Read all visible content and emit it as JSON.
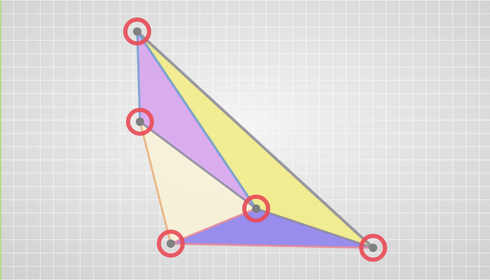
{
  "colors": {
    "background_light": "#f4f4f4",
    "background_dark": "#cfcfcf",
    "grid_line": "#ffffff",
    "left_edge": "#b9d98a",
    "yellow_fill": "#f2ec8a",
    "purple_fill": "#d7a6ee",
    "cream_fill": "#f7f1d8",
    "blue_fill": "#8f86ee",
    "edge_dark": "#8a8a9a",
    "edge_blue": "#6f9fd0",
    "edge_orange": "#e8b07a",
    "edge_pink": "#e58a9a",
    "marker_ring": "#e84a55",
    "marker_dot": "#808080"
  },
  "diagram": {
    "description_icon": "triangulation-diagram",
    "triangles": [
      {
        "name": "yellow-triangle",
        "color_key": "yellow_fill"
      },
      {
        "name": "purple-triangle",
        "color_key": "purple_fill"
      },
      {
        "name": "cream-triangle",
        "color_key": "cream_fill"
      },
      {
        "name": "blue-triangle",
        "color_key": "blue_fill"
      }
    ],
    "vertices": [
      {
        "name": "vertex-top"
      },
      {
        "name": "vertex-upper-left"
      },
      {
        "name": "vertex-center"
      },
      {
        "name": "vertex-lower-left"
      },
      {
        "name": "vertex-right"
      }
    ]
  }
}
